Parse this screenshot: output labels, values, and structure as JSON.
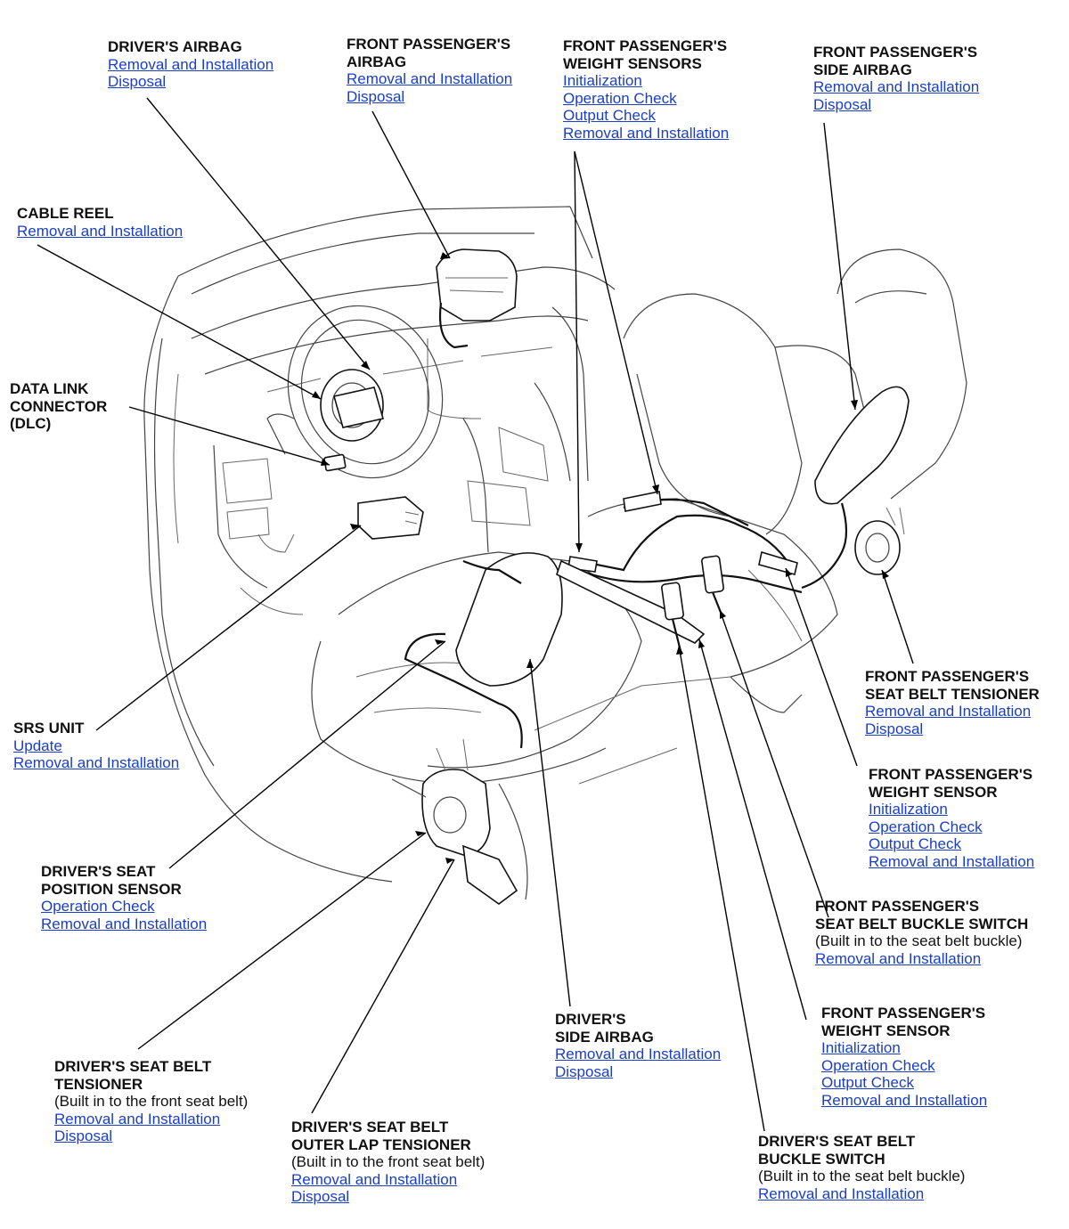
{
  "callouts": [
    {
      "id": "drivers-airbag",
      "title": [
        "DRIVER'S AIRBAG"
      ],
      "note": "",
      "links": [
        "Removal and Installation",
        "Disposal"
      ]
    },
    {
      "id": "front-passengers-airbag",
      "title": [
        "FRONT PASSENGER'S",
        "AIRBAG"
      ],
      "note": "",
      "links": [
        "Removal and Installation",
        "Disposal"
      ]
    },
    {
      "id": "front-passengers-weight-sensors",
      "title": [
        "FRONT PASSENGER'S",
        "WEIGHT SENSORS"
      ],
      "note": "",
      "links": [
        "Initialization",
        "Operation Check",
        "Output Check",
        "Removal and Installation"
      ]
    },
    {
      "id": "front-passengers-side-airbag",
      "title": [
        "FRONT PASSENGER'S",
        "SIDE AIRBAG"
      ],
      "note": "",
      "links": [
        "Removal and Installation",
        "Disposal"
      ]
    },
    {
      "id": "cable-reel",
      "title": [
        "CABLE REEL"
      ],
      "note": "",
      "links": [
        "Removal and Installation"
      ]
    },
    {
      "id": "data-link-connector",
      "title": [
        "DATA LINK",
        "CONNECTOR",
        "(DLC)"
      ],
      "note": "",
      "links": []
    },
    {
      "id": "srs-unit",
      "title": [
        "SRS UNIT"
      ],
      "note": "",
      "links": [
        "Update",
        "Removal and Installation"
      ]
    },
    {
      "id": "front-passengers-seat-belt-tensioner",
      "title": [
        "FRONT PASSENGER'S",
        "SEAT BELT TENSIONER"
      ],
      "note": "",
      "links": [
        "Removal and Installation",
        "Disposal"
      ]
    },
    {
      "id": "front-passengers-weight-sensor-1",
      "title": [
        "FRONT PASSENGER'S",
        "WEIGHT SENSOR"
      ],
      "note": "",
      "links": [
        "Initialization",
        "Operation Check",
        "Output Check",
        "Removal and Installation"
      ]
    },
    {
      "id": "drivers-seat-position-sensor",
      "title": [
        "DRIVER'S SEAT",
        "POSITION SENSOR"
      ],
      "note": "",
      "links": [
        "Operation Check",
        "Removal and Installation"
      ]
    },
    {
      "id": "front-passengers-seat-belt-buckle-switch",
      "title": [
        "FRONT PASSENGER'S",
        "SEAT BELT BUCKLE SWITCH"
      ],
      "note": "(Built in to the seat belt buckle)",
      "links": [
        "Removal and Installation"
      ]
    },
    {
      "id": "drivers-side-airbag",
      "title": [
        "DRIVER'S",
        "SIDE AIRBAG"
      ],
      "note": "",
      "links": [
        "Removal and Installation",
        "Disposal"
      ]
    },
    {
      "id": "front-passengers-weight-sensor-2",
      "title": [
        "FRONT PASSENGER'S",
        "WEIGHT SENSOR"
      ],
      "note": "",
      "links": [
        "Initialization",
        "Operation Check",
        "Output Check",
        "Removal and Installation"
      ]
    },
    {
      "id": "drivers-seat-belt-tensioner",
      "title": [
        "DRIVER'S SEAT BELT",
        "TENSIONER"
      ],
      "note": "(Built in to the front seat belt)",
      "links": [
        "Removal and Installation",
        "Disposal"
      ]
    },
    {
      "id": "drivers-seat-belt-outer-lap-tensioner",
      "title": [
        "DRIVER'S SEAT BELT",
        "OUTER LAP TENSIONER"
      ],
      "note": "(Built in to the front seat belt)",
      "links": [
        "Removal and Installation",
        "Disposal"
      ]
    },
    {
      "id": "drivers-seat-belt-buckle-switch",
      "title": [
        "DRIVER'S SEAT BELT",
        "BUCKLE SWITCH"
      ],
      "note": "(Built in to the seat belt buckle)",
      "links": [
        "Removal and Installation"
      ]
    }
  ]
}
